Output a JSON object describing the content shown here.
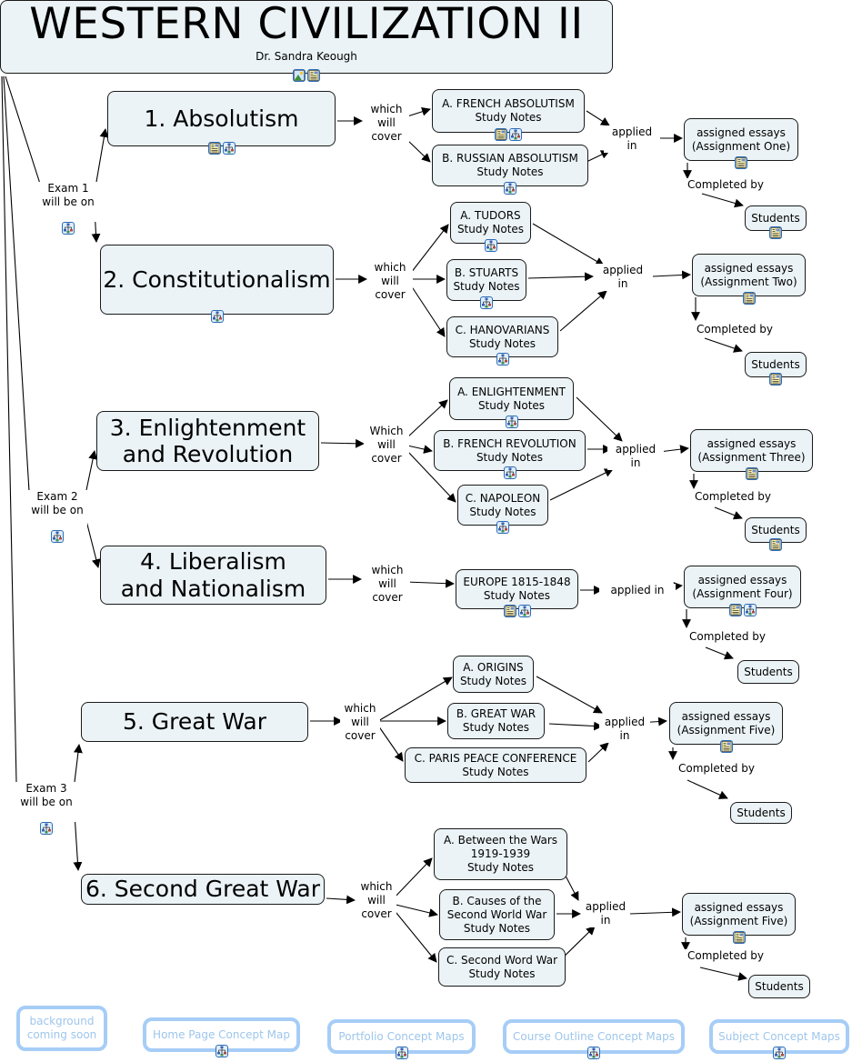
{
  "title": {
    "text": "WESTERN CIVILIZATION II",
    "author": "Dr. Sandra Keough",
    "icons": [
      "image-icon",
      "document-icon"
    ]
  },
  "colors": {
    "node_fill": "#ebf3f6",
    "node_border": "#1a1a1a",
    "nav_border": "#a6cdf7",
    "nav_text": "#9ec6ec",
    "icon_border": "#2c6db5"
  },
  "exams": [
    {
      "label": "Exam 1\nwill be on",
      "icons": [
        "concept-map-icon"
      ]
    },
    {
      "label": "Exam 2\nwill be on",
      "icons": [
        "concept-map-icon"
      ]
    },
    {
      "label": "Exam 3\nwill be on",
      "icons": [
        "concept-map-icon"
      ]
    }
  ],
  "topics": [
    {
      "label": "1. Absolutism",
      "icons": [
        "document-icon",
        "concept-map-icon"
      ],
      "link_label": "which\nwill\ncover",
      "subtopics": [
        {
          "label": "A. FRENCH ABSOLUTISM\nStudy Notes",
          "icons": [
            "document-icon",
            "concept-map-icon"
          ]
        },
        {
          "label": "B. RUSSIAN ABSOLUTISM\nStudy Notes",
          "icons": [
            "concept-map-icon"
          ]
        }
      ],
      "applied_label": "applied\nin",
      "assignment": {
        "label": "assigned essays\n(Assignment One)",
        "icons": [
          "document-icon"
        ]
      },
      "completed_label": "Completed by",
      "students": {
        "label": "Students",
        "icons": [
          "document-icon"
        ]
      }
    },
    {
      "label": "2. Constitutionalism",
      "icons": [
        "concept-map-icon"
      ],
      "link_label": "which\nwill\ncover",
      "subtopics": [
        {
          "label": "A. TUDORS\nStudy Notes",
          "icons": [
            "concept-map-icon"
          ]
        },
        {
          "label": "B. STUARTS\nStudy Notes",
          "icons": [
            "concept-map-icon"
          ]
        },
        {
          "label": "C. HANOVARIANS\nStudy Notes",
          "icons": [
            "concept-map-icon"
          ]
        }
      ],
      "applied_label": "applied\nin",
      "assignment": {
        "label": "assigned essays\n(Assignment Two)",
        "icons": [
          "document-icon"
        ]
      },
      "completed_label": "Completed by",
      "students": {
        "label": "Students",
        "icons": [
          "document-icon"
        ]
      }
    },
    {
      "label": "3. Enlightenment\nand Revolution",
      "icons": [],
      "link_label": "Which\nwill\ncover",
      "subtopics": [
        {
          "label": "A. ENLIGHTENMENT\nStudy Notes",
          "icons": [
            "concept-map-icon"
          ]
        },
        {
          "label": "B. FRENCH REVOLUTION\nStudy Notes",
          "icons": [
            "concept-map-icon"
          ]
        },
        {
          "label": "C. NAPOLEON\nStudy Notes",
          "icons": [
            "concept-map-icon"
          ]
        }
      ],
      "applied_label": "applied\nin",
      "assignment": {
        "label": "assigned essays\n(Assignment Three)",
        "icons": [
          "document-icon"
        ]
      },
      "completed_label": "Completed by",
      "students": {
        "label": "Students",
        "icons": [
          "document-icon"
        ]
      }
    },
    {
      "label": "4. Liberalism\nand Nationalism",
      "icons": [],
      "link_label": "which\nwill\ncover",
      "subtopics": [
        {
          "label": "EUROPE 1815-1848\nStudy Notes",
          "icons": [
            "document-icon",
            "concept-map-icon"
          ]
        }
      ],
      "applied_label": "applied in",
      "assignment": {
        "label": "assigned essays\n(Assignment Four)",
        "icons": [
          "document-icon",
          "concept-map-icon"
        ]
      },
      "completed_label": "Completed by",
      "students": {
        "label": "Students",
        "icons": []
      }
    },
    {
      "label": "5. Great War",
      "icons": [],
      "link_label": "which\nwill\ncover",
      "subtopics": [
        {
          "label": "A. ORIGINS\nStudy Notes",
          "icons": []
        },
        {
          "label": "B. GREAT WAR\nStudy Notes",
          "icons": []
        },
        {
          "label": "C. PARIS PEACE CONFERENCE\nStudy Notes",
          "icons": []
        }
      ],
      "applied_label": "applied\nin",
      "assignment": {
        "label": "assigned essays\n(Assignment Five)",
        "icons": [
          "document-icon"
        ]
      },
      "completed_label": "Completed by",
      "students": {
        "label": "Students",
        "icons": []
      }
    },
    {
      "label": "6. Second Great War",
      "icons": [],
      "link_label": "which\nwill\ncover",
      "subtopics": [
        {
          "label": "A. Between the Wars\n1919-1939\nStudy Notes",
          "icons": []
        },
        {
          "label": "B. Causes of the\nSecond World War\nStudy Notes",
          "icons": []
        },
        {
          "label": "C. Second Word War\nStudy Notes",
          "icons": []
        }
      ],
      "applied_label": "applied\nin",
      "assignment": {
        "label": "assigned essays\n(Assignment Five)",
        "icons": [
          "document-icon"
        ]
      },
      "completed_label": "Completed by",
      "students": {
        "label": "Students",
        "icons": []
      }
    }
  ],
  "nav": [
    {
      "label": "background\ncoming soon",
      "icons": []
    },
    {
      "label": "Home Page Concept Map",
      "icons": [
        "concept-map-icon"
      ]
    },
    {
      "label": "Portfolio Concept Maps",
      "icons": [
        "concept-map-icon"
      ]
    },
    {
      "label": "Course Outline Concept Maps",
      "icons": [
        "concept-map-icon"
      ]
    },
    {
      "label": "Subject Concept Maps",
      "icons": [
        "concept-map-icon"
      ]
    }
  ]
}
